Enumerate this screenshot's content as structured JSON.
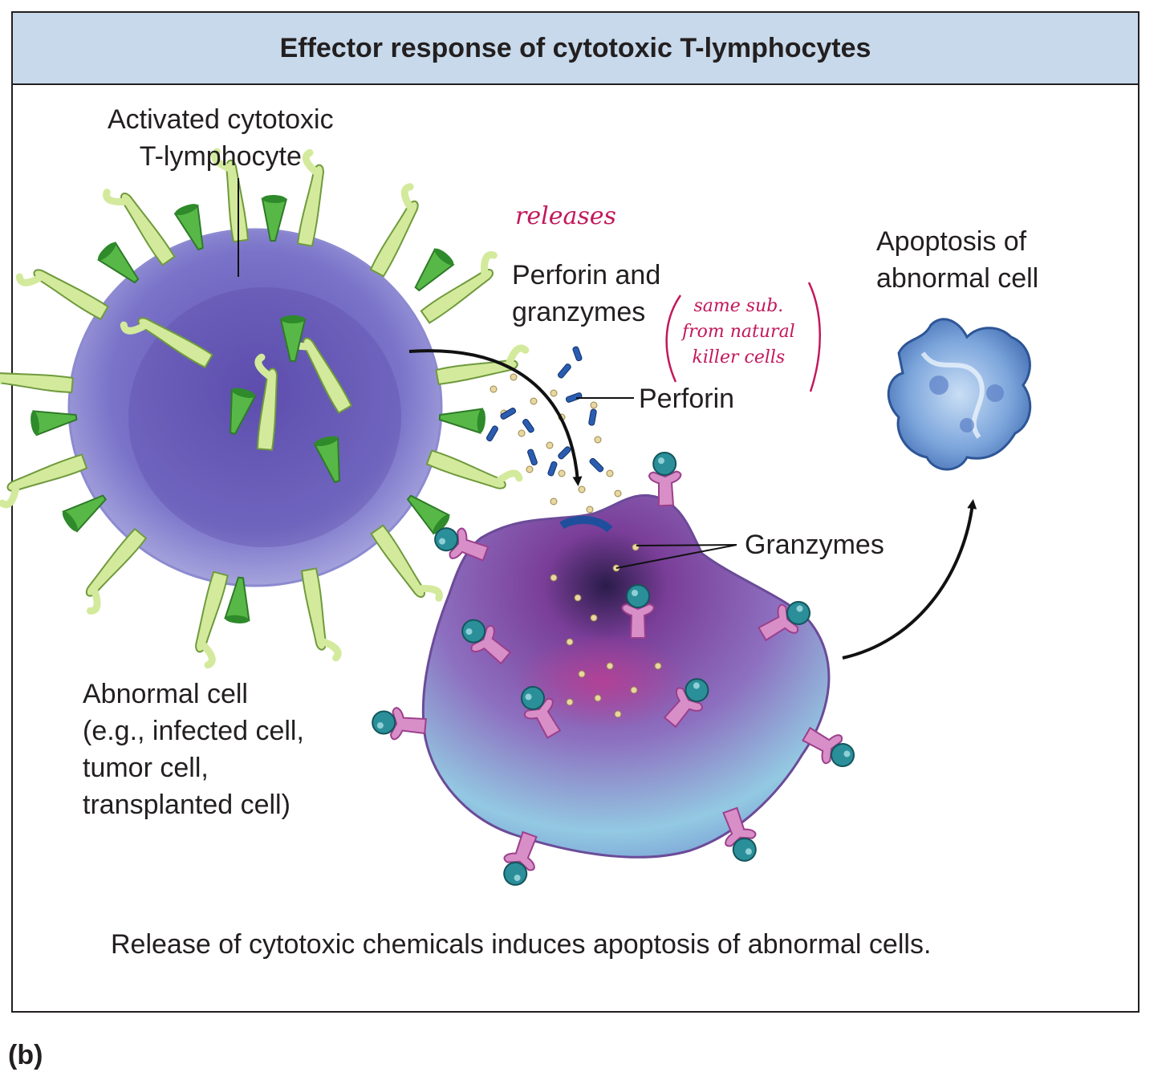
{
  "title": "Effector response of cytotoxic T-lymphocytes",
  "labels": {
    "tcell": "Activated cytotoxic\nT-lymphocyte",
    "perforin_granzymes": "Perforin and\ngranzymes",
    "perforin": "Perforin",
    "granzymes": "Granzymes",
    "apoptosis": "Apoptosis of\nabnormal cell",
    "abnormal_cell": "Abnormal cell\n(e.g., infected cell,\ntumor cell,\ntransplanted cell)",
    "caption": "Release of cytotoxic chemicals induces apoptosis of abnormal cells."
  },
  "handwriting": {
    "releases": "releases",
    "note": "same sub.\nfrom natural\nkiller cells"
  },
  "panel_label": "(b)",
  "colors": {
    "header_bg": "#c7d9ea",
    "tcell": "#7a73c9",
    "receptor": "#c9e58a",
    "receptor_dark": "#3a9a2e",
    "abnormal_cell": "#8d6fc0",
    "antigen_pink": "#d06fb5",
    "antigen_teal": "#2b8f9a",
    "apoptotic_cell": "#5b86c8",
    "handwriting": "#c2185b"
  }
}
